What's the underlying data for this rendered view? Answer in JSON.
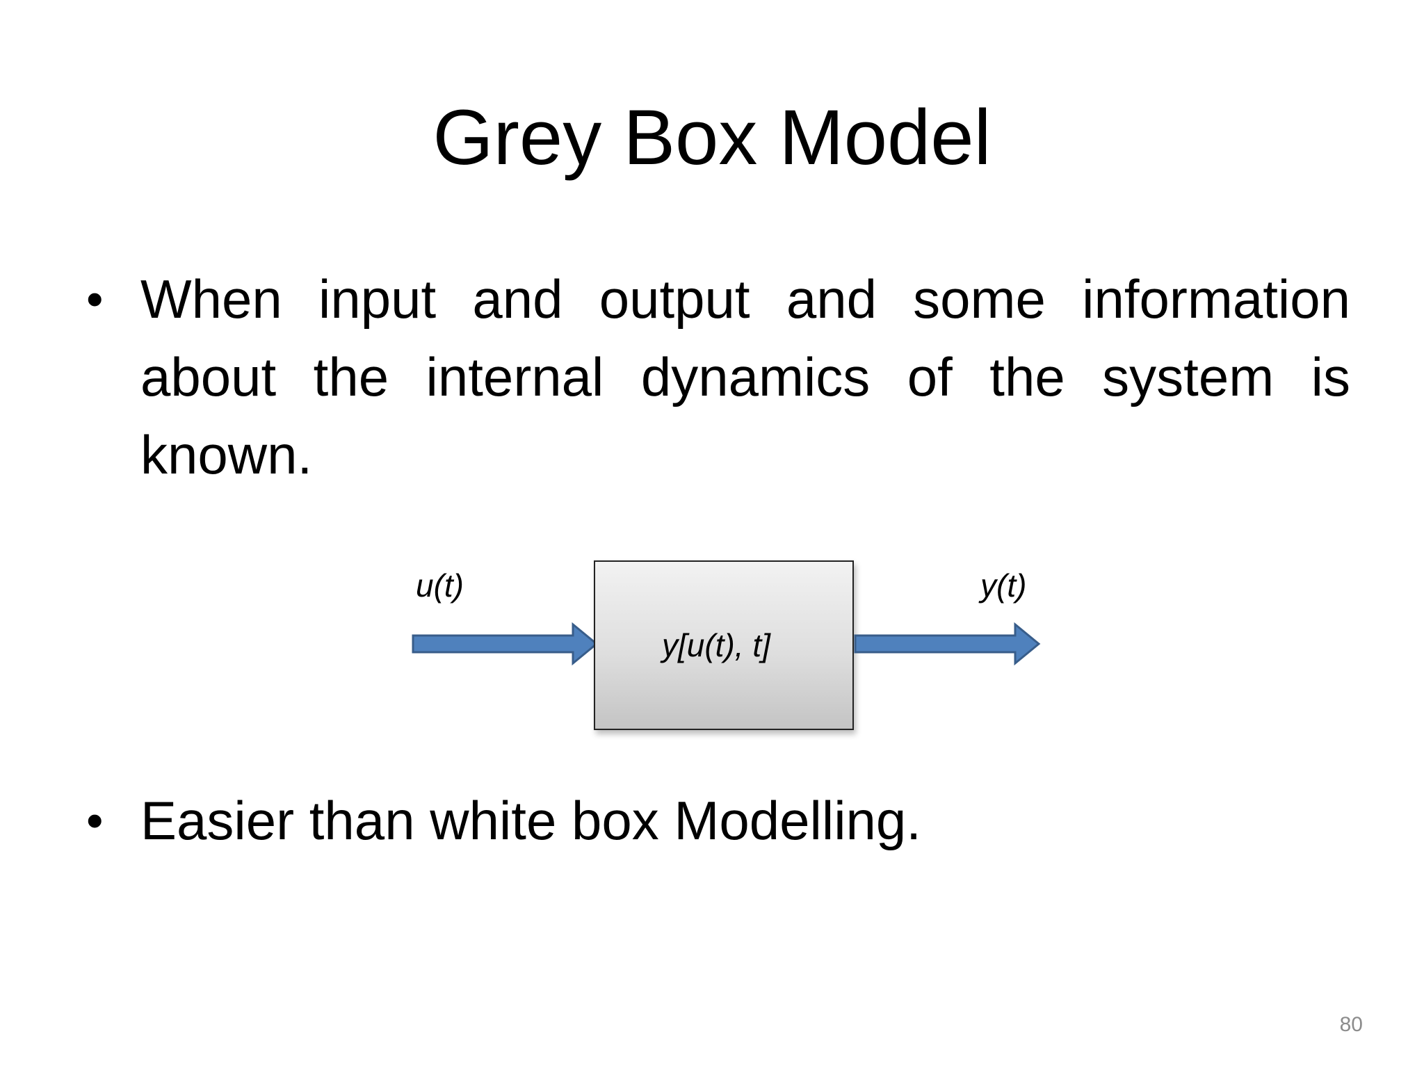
{
  "slide": {
    "title": "Grey Box Model",
    "bullets": [
      {
        "marker": "•",
        "text": "When input and output and some information about the internal dynamics of the system is known."
      },
      {
        "marker": "•",
        "text": "Easier than white box Modelling."
      }
    ],
    "diagram": {
      "input_label": "u(t)",
      "output_label": "y(t)",
      "box_label": "y[u(t), t]",
      "arrow_color": "#4f81bd",
      "arrow_border_color": "#385d8a"
    },
    "page_number": "80"
  }
}
